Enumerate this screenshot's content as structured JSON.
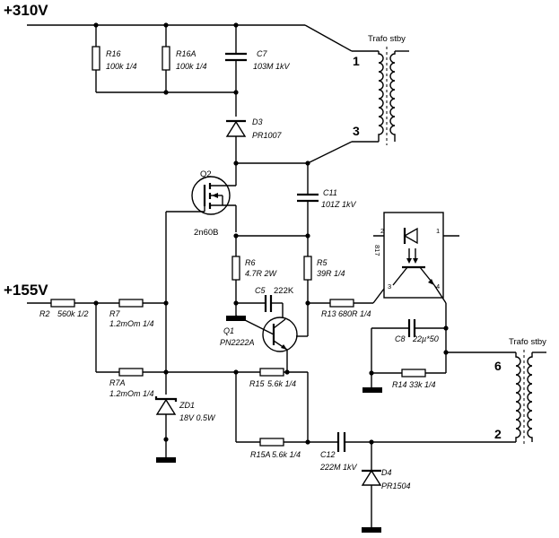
{
  "rails": {
    "hv": "+310V",
    "mv": "+155V"
  },
  "components": {
    "r16": {
      "ref": "R16",
      "value": "100k 1/4"
    },
    "r16a": {
      "ref": "R16A",
      "value": "100k 1/4"
    },
    "c7": {
      "ref": "C7",
      "value": "103M 1kV"
    },
    "d3": {
      "ref": "D3",
      "value": "PR1007"
    },
    "q2": {
      "ref": "Q2",
      "value": "2n60B"
    },
    "c11": {
      "ref": "C11",
      "value": "101Z 1kV"
    },
    "r6": {
      "ref": "R6",
      "value": "4.7R 2W"
    },
    "r5": {
      "ref": "R5",
      "value": "39R 1/4"
    },
    "c5": {
      "ref": "C5",
      "value": "222K"
    },
    "r13": {
      "ref": "R13",
      "value": "680R 1/4"
    },
    "r2": {
      "ref": "R2",
      "value": "560k 1/2"
    },
    "r7": {
      "ref": "R7",
      "value": "1.2mOm 1/4"
    },
    "q1": {
      "ref": "Q1",
      "value": "PN2222A"
    },
    "r7a": {
      "ref": "R7A",
      "value": "1.2mOm 1/4"
    },
    "zd1": {
      "ref": "ZD1",
      "value": "18V 0.5W"
    },
    "r15": {
      "ref": "R15",
      "value": "5.6k 1/4"
    },
    "r15a": {
      "ref": "R15A",
      "value": "5.6k 1/4"
    },
    "c12": {
      "ref": "C12",
      "value": "222M 1kV"
    },
    "d4": {
      "ref": "D4",
      "value": "PR1504"
    },
    "c8": {
      "ref": "C8",
      "value": "22µ*50"
    },
    "r14": {
      "ref": "R14",
      "value": "33k 1/4"
    },
    "optocoupler": {
      "ref": "817",
      "pins": [
        "2",
        "1",
        "3",
        "4"
      ]
    }
  },
  "transformer": {
    "label_top": "Trafo stby",
    "label_bottom": "Trafo stby",
    "pins": [
      "1",
      "3",
      "6",
      "2"
    ]
  }
}
